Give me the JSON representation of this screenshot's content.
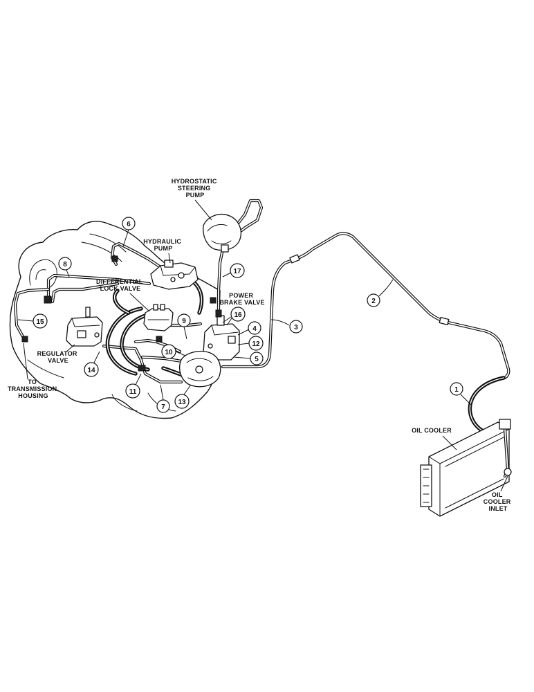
{
  "labels": {
    "hydrostatic_steering_pump": [
      "HYDROSTATIC",
      "STEERING",
      "PUMP"
    ],
    "hydraulic_pump": [
      "HYDRAULIC",
      "PUMP"
    ],
    "differential_lock_valve": [
      "DIFFERENTIAL",
      "LOCK VALVE"
    ],
    "power_brake_valve": [
      "POWER",
      "BRAKE VALVE"
    ],
    "regulator_valve": [
      "REGULATOR",
      "VALVE"
    ],
    "to_transmission_housing": [
      "TO",
      "TRANSMISSION",
      "HOUSING"
    ],
    "oil_cooler": [
      "OIL COOLER"
    ],
    "oil_cooler_inlet": [
      "OIL",
      "COOLER",
      "INLET"
    ]
  },
  "callouts": [
    "1",
    "2",
    "3",
    "4",
    "5",
    "6",
    "7",
    "8",
    "9",
    "10",
    "11",
    "12",
    "13",
    "14",
    "15",
    "16",
    "17"
  ]
}
